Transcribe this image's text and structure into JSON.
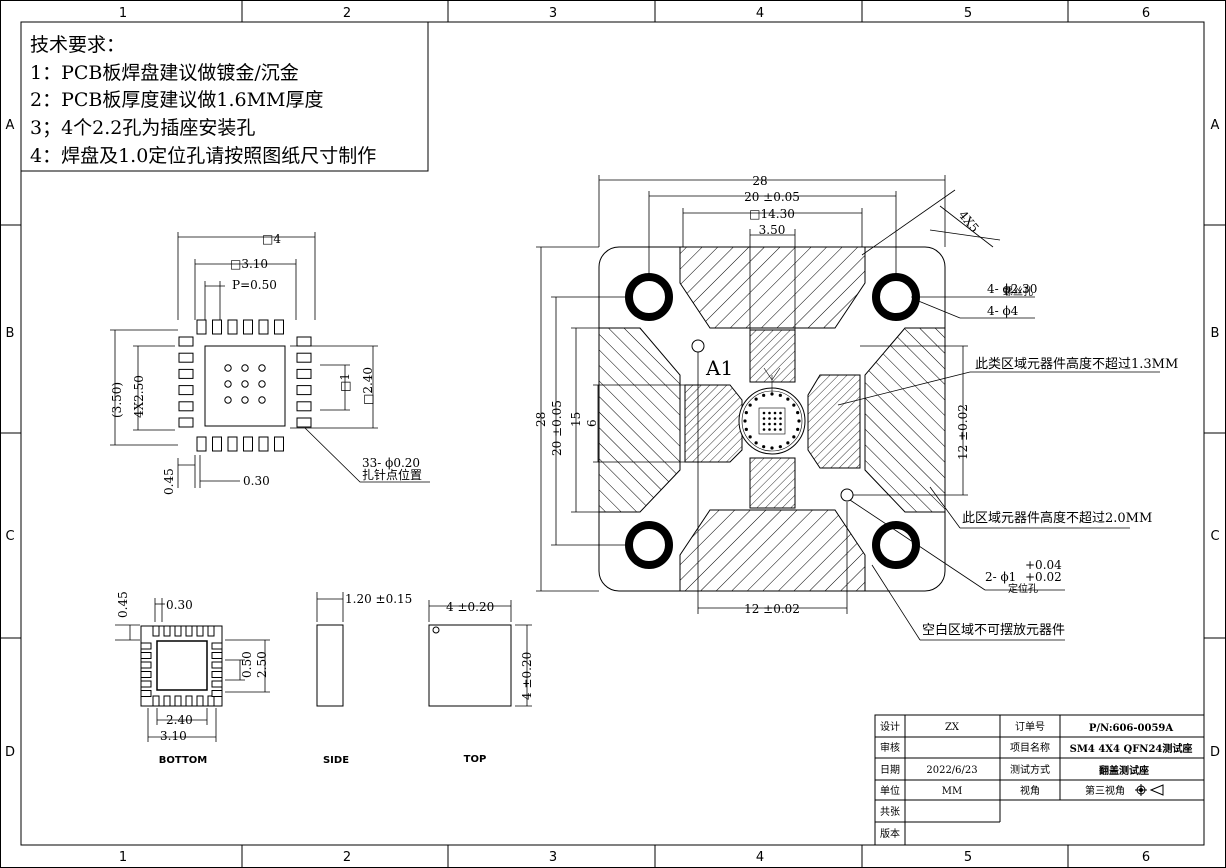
{
  "frame": {
    "columns": [
      "1",
      "2",
      "3",
      "4",
      "5",
      "6"
    ],
    "rows": [
      "A",
      "B",
      "C",
      "D"
    ]
  },
  "notes": {
    "title": "技术要求：",
    "lines": [
      "1：PCB板焊盘建议做镀金/沉金",
      "2：PCB板厚度建议做1.6MM厚度",
      "3；4个2.2孔为插座安装孔",
      "4：焊盘及1.0定位孔请按照图纸尺寸制作"
    ]
  },
  "pcb_footprint": {
    "dim_outer": "□4",
    "dim_inner": "□3.10",
    "dim_pitch": "P=0.50",
    "dim_left_outer": "(3.50)",
    "dim_left_inner": "4X2.50",
    "dim_right_1": "□1",
    "dim_right_2": "□2.40",
    "dim_pad_len": "0.45",
    "dim_pad_w": "0.30",
    "probe_note_1": "33-  ϕ0.20",
    "probe_note_2": "扎针点位置"
  },
  "chip_views": {
    "bottom": {
      "label": "BOTTOM",
      "dim_pad_len": "0.45",
      "dim_pad_w": "0.30",
      "dim_pitch": "0.50",
      "dim_outer": "2.50",
      "dim_ep": "2.40",
      "dim_body": "3.10"
    },
    "side": {
      "label": "SIDE",
      "dim_thick": "1.20 ±0.15"
    },
    "top": {
      "label": "TOP",
      "dim_w": "4 ±0.20",
      "dim_h": "4 ±0.20"
    }
  },
  "socket": {
    "dim_28_h": "28",
    "dim_20_h": "20 ±0.05",
    "dim_14": "□14.30",
    "dim_350": "3.50",
    "dim_4x5": "4X5",
    "dim_28_v": "28",
    "dim_20_v": "20 ±0.05",
    "dim_15": "15",
    "dim_6": "6",
    "dim_12_v": "12 ±0.02",
    "dim_12_h": "12  ±0.02",
    "pin1": "A1",
    "screw_1": "4- ϕ2.30",
    "screw_2": "螺丝孔",
    "screw_3": "4- ϕ4",
    "zone_13": "此类区域元器件高度不超过1.3MM",
    "zone_20": "此区域元器件高度不超过2.0MM",
    "loc_tol_up": "+0.04",
    "loc_main": "2-  ϕ1",
    "loc_tol_dn": "+0.02",
    "loc_label": "定位孔",
    "blank_zone": "空白区域不可摆放元器件"
  },
  "title_block": {
    "c1": [
      "设计",
      "审核",
      "日期",
      "单位",
      "共张",
      "版本"
    ],
    "c2": [
      "ZX",
      "",
      "2022/6/23",
      "MM",
      "",
      ""
    ],
    "c3": [
      "订单号",
      "项目名称",
      "测试方式",
      "视角"
    ],
    "c4": [
      "P/N:606-0059A",
      "SM4 4X4 QFN24测试座",
      "翻盖测试座",
      "第三视角"
    ]
  }
}
